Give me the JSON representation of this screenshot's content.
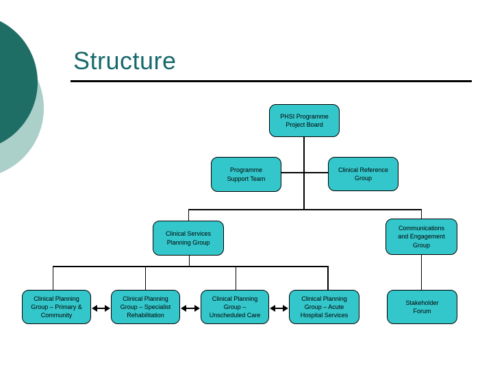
{
  "slide": {
    "title": "Structure"
  },
  "colors": {
    "node_fill": "#33c6ca",
    "node_border": "#000000",
    "title_color": "#17696c",
    "connector_color": "#000000",
    "circle_dark": "#1e6e66",
    "circle_light": "#abcfc9"
  },
  "icons": {
    "double_arrow": "left-right-arrow"
  },
  "org": {
    "nodes": [
      {
        "id": "phsi",
        "label": "PHSI Programme\nProject Board"
      },
      {
        "id": "pst",
        "label": "Programme\nSupport Team"
      },
      {
        "id": "crg",
        "label": "Clinical Reference\nGroup"
      },
      {
        "id": "cspg",
        "label": "Clinical Services\nPlanning Group"
      },
      {
        "id": "comms",
        "label": "Communications\nand Engagement\nGroup"
      },
      {
        "id": "cpg1",
        "label": "Clinical Planning\nGroup – Primary &\nCommunity"
      },
      {
        "id": "cpg2",
        "label": "Clinical Planning\nGroup – Specialist\nRehabilitation"
      },
      {
        "id": "cpg3",
        "label": "Clinical Planning\nGroup –\nUnscheduled Care"
      },
      {
        "id": "cpg4",
        "label": "Clinical Planning\nGroup – Acute\nHospital Services"
      },
      {
        "id": "stake",
        "label": "Stakeholder\nForum"
      }
    ]
  }
}
